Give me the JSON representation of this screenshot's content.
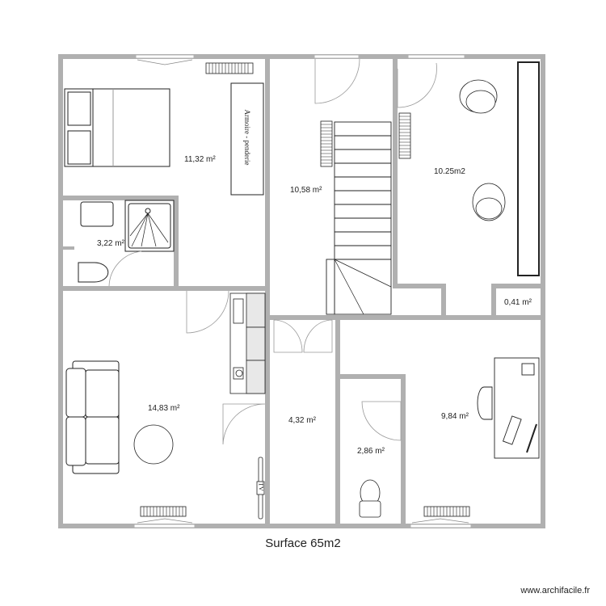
{
  "plan": {
    "title": "Surface 65m2",
    "credit": "www.archifacile.fr",
    "colors": {
      "wall": "#b0b0b0",
      "furniture": "#222222",
      "fill": "#e8e8e8"
    },
    "rooms": [
      {
        "id": "bedroom",
        "area": "11,32 m²"
      },
      {
        "id": "bathroom",
        "area": "3,22 m²"
      },
      {
        "id": "stair-hall",
        "area": "10,58 m²"
      },
      {
        "id": "room-ne",
        "area": "10.25m2"
      },
      {
        "id": "closet",
        "area": "0,41 m²"
      },
      {
        "id": "living",
        "area": "14,83 m²"
      },
      {
        "id": "corridor",
        "area": "4,32 m²"
      },
      {
        "id": "wc",
        "area": "2,86 m²"
      },
      {
        "id": "office",
        "area": "9,84 m²"
      }
    ],
    "furniture_labels": {
      "wardrobe": "Armoire - penderie",
      "tv": "TV"
    }
  }
}
